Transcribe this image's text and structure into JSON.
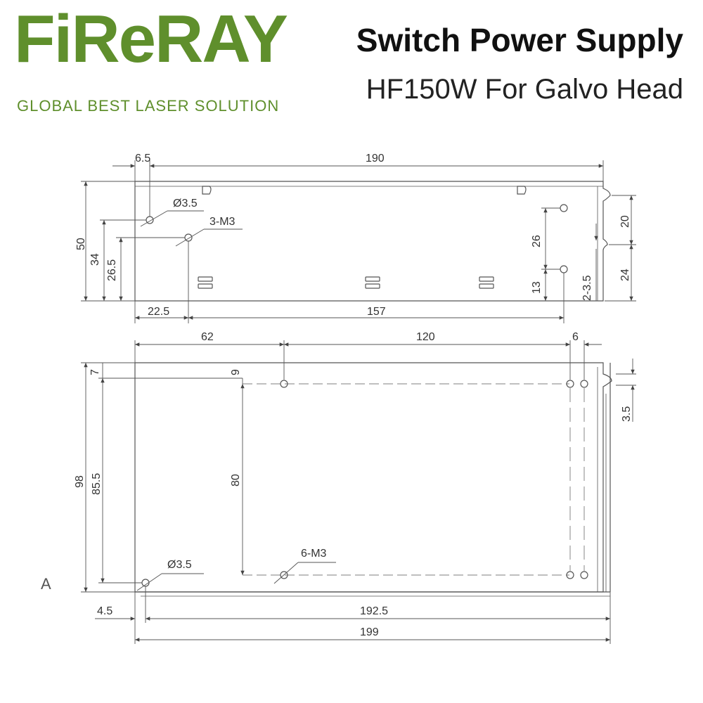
{
  "header": {
    "brand": "FiReRAY",
    "tagline": "GLOBAL BEST LASER SOLUTION",
    "title": "Switch Power Supply",
    "subtitle": "HF150W For Galvo Head"
  },
  "colors": {
    "brand_green": "#5f8f2c",
    "line": "#555555",
    "text": "#333333"
  },
  "top_view": {
    "dims": {
      "d6_5": "6.5",
      "d190": "190",
      "d3_5": "Ø3.5",
      "d3m3": "3-M3",
      "d50": "50",
      "d34": "34",
      "d26_5": "26.5",
      "d26": "26",
      "d13": "13",
      "d2_3_5": "2-3.5",
      "d20": "20",
      "d24": "24",
      "d22_5": "22.5",
      "d157": "157"
    }
  },
  "bottom_view": {
    "dims": {
      "d62": "62",
      "d120": "120",
      "d6": "6",
      "d7": "7",
      "d9": "9",
      "d98": "98",
      "d85_5": "85.5",
      "d80": "80",
      "d3_5b": "3.5",
      "d3_5dia": "Ø3.5",
      "d6m3": "6-M3",
      "d4_5": "4.5",
      "d192_5": "192.5",
      "d199": "199"
    }
  },
  "stray_mark": "A"
}
